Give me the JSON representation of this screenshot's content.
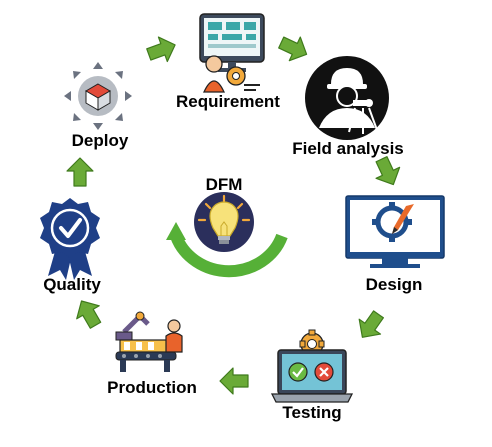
{
  "center": {
    "label": "DFM",
    "icon": "lightbulb-icon"
  },
  "stages": [
    {
      "key": "requirement",
      "label": "Requirement",
      "icon": "requirement-icon"
    },
    {
      "key": "field-analysis",
      "label": "Field analysis",
      "icon": "field-analysis-icon"
    },
    {
      "key": "design",
      "label": "Design",
      "icon": "design-monitor-icon"
    },
    {
      "key": "testing",
      "label": "Testing",
      "icon": "testing-laptop-icon"
    },
    {
      "key": "production",
      "label": "Production",
      "icon": "production-line-icon"
    },
    {
      "key": "quality",
      "label": "Quality",
      "icon": "quality-badge-icon"
    },
    {
      "key": "deploy",
      "label": "Deploy",
      "icon": "deploy-cube-icon"
    }
  ],
  "colors": {
    "arrow": "#6aaa37",
    "arrow_outline": "#3f7a1c",
    "accent_blue": "#1f4e8c",
    "bulb_yellow": "#f7e27a",
    "cycle_green": "#56b037"
  }
}
